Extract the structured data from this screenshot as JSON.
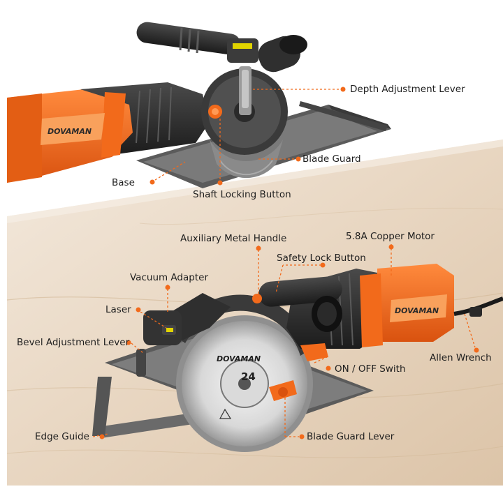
{
  "brand": {
    "name": "DOVAMAN",
    "blade_tooth_count": "24",
    "accent_color": "#f26a1b",
    "body_color": "#2b2b2b",
    "leader_color": "#f26a1b"
  },
  "top_panel": {
    "labels": {
      "depth_adjustment_lever": "Depth Adjustment Lever",
      "blade_guard": "Blade Guard",
      "base": "Base",
      "shaft_locking_button": "Shaft Locking Button"
    }
  },
  "bottom_panel": {
    "labels": {
      "auxiliary_metal_handle": "Auxiliary Metal Handle",
      "copper_motor": "5.8A Copper Motor",
      "safety_lock_button": "Safety Lock Button",
      "vacuum_adapter": "Vacuum Adapter",
      "laser": "Laser",
      "bevel_adjustment_lever": "Bevel Adjustment Lever",
      "on_off_switch": "ON / OFF Swith",
      "allen_wrench": "Allen Wrench",
      "edge_guide": "Edge Guide",
      "blade_guard_lever": "Blade Guard Lever"
    }
  }
}
